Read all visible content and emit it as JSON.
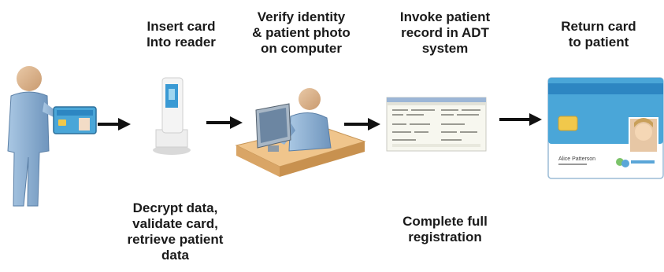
{
  "steps": [
    {
      "id": "patient",
      "label": [],
      "icon": "patient-with-card-icon"
    },
    {
      "id": "card-reader",
      "label": [
        "Insert card",
        "Into reader"
      ],
      "icon": "card-reader-icon"
    },
    {
      "id": "clerk",
      "label": [
        "Verify identity",
        "& patient photo",
        "on computer"
      ],
      "icon": "clerk-at-computer-icon"
    },
    {
      "id": "adt",
      "label": [
        "Invoke patient",
        "record in ADT",
        "system"
      ],
      "icon": "adt-screen-icon"
    },
    {
      "id": "return-card",
      "label": [
        "Return card",
        "to patient"
      ],
      "icon": "patient-id-card-icon"
    }
  ],
  "notes": {
    "decrypt": [
      "Decrypt data,",
      "validate card,",
      "retrieve patient",
      "data"
    ],
    "registration": [
      "Complete full",
      "registration"
    ]
  },
  "id_card": {
    "name_line": "Alice Patterson"
  },
  "colors": {
    "figure": "#8fb3d3",
    "card": "#4aa6d8",
    "arrow": "#111111",
    "desk": "#e6b87a"
  }
}
